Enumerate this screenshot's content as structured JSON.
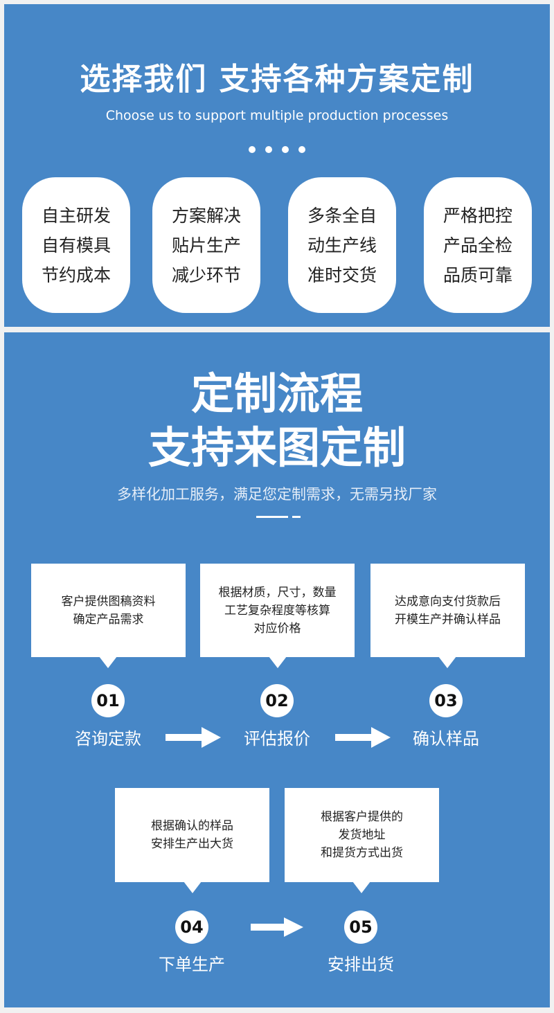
{
  "top": {
    "title": "选择我们  支持各种方案定制",
    "subtitle": "Choose us to support multiple production processes",
    "features": [
      {
        "lines": [
          "自主研发",
          "自有模具",
          "节约成本"
        ]
      },
      {
        "lines": [
          "方案解决",
          "贴片生产",
          "减少环节"
        ]
      },
      {
        "lines": [
          "多条全自",
          "动生产线",
          "准时交货"
        ]
      },
      {
        "lines": [
          "严格把控",
          "产品全检",
          "品质可靠"
        ]
      }
    ]
  },
  "process": {
    "title_line1": "定制流程",
    "title_line2": "支持来图定制",
    "subtitle": "多样化加工服务，满足您定制需求，无需另找厂家",
    "steps": [
      {
        "number": "01",
        "label": "咨询定款",
        "desc": [
          "客户提供图稿资料",
          "确定产品需求"
        ]
      },
      {
        "number": "02",
        "label": "评估报价",
        "desc": [
          "根据材质，尺寸，数量",
          "工艺复杂程度等核算",
          "对应价格"
        ]
      },
      {
        "number": "03",
        "label": "确认样品",
        "desc": [
          "达成意向支付货款后",
          "开模生产并确认样品"
        ]
      },
      {
        "number": "04",
        "label": "下单生产",
        "desc": [
          "根据确认的样品",
          "安排生产出大货"
        ]
      },
      {
        "number": "05",
        "label": "安排出货",
        "desc": [
          "根据客户提供的",
          "发货地址",
          "和提货方式出货"
        ]
      }
    ]
  }
}
